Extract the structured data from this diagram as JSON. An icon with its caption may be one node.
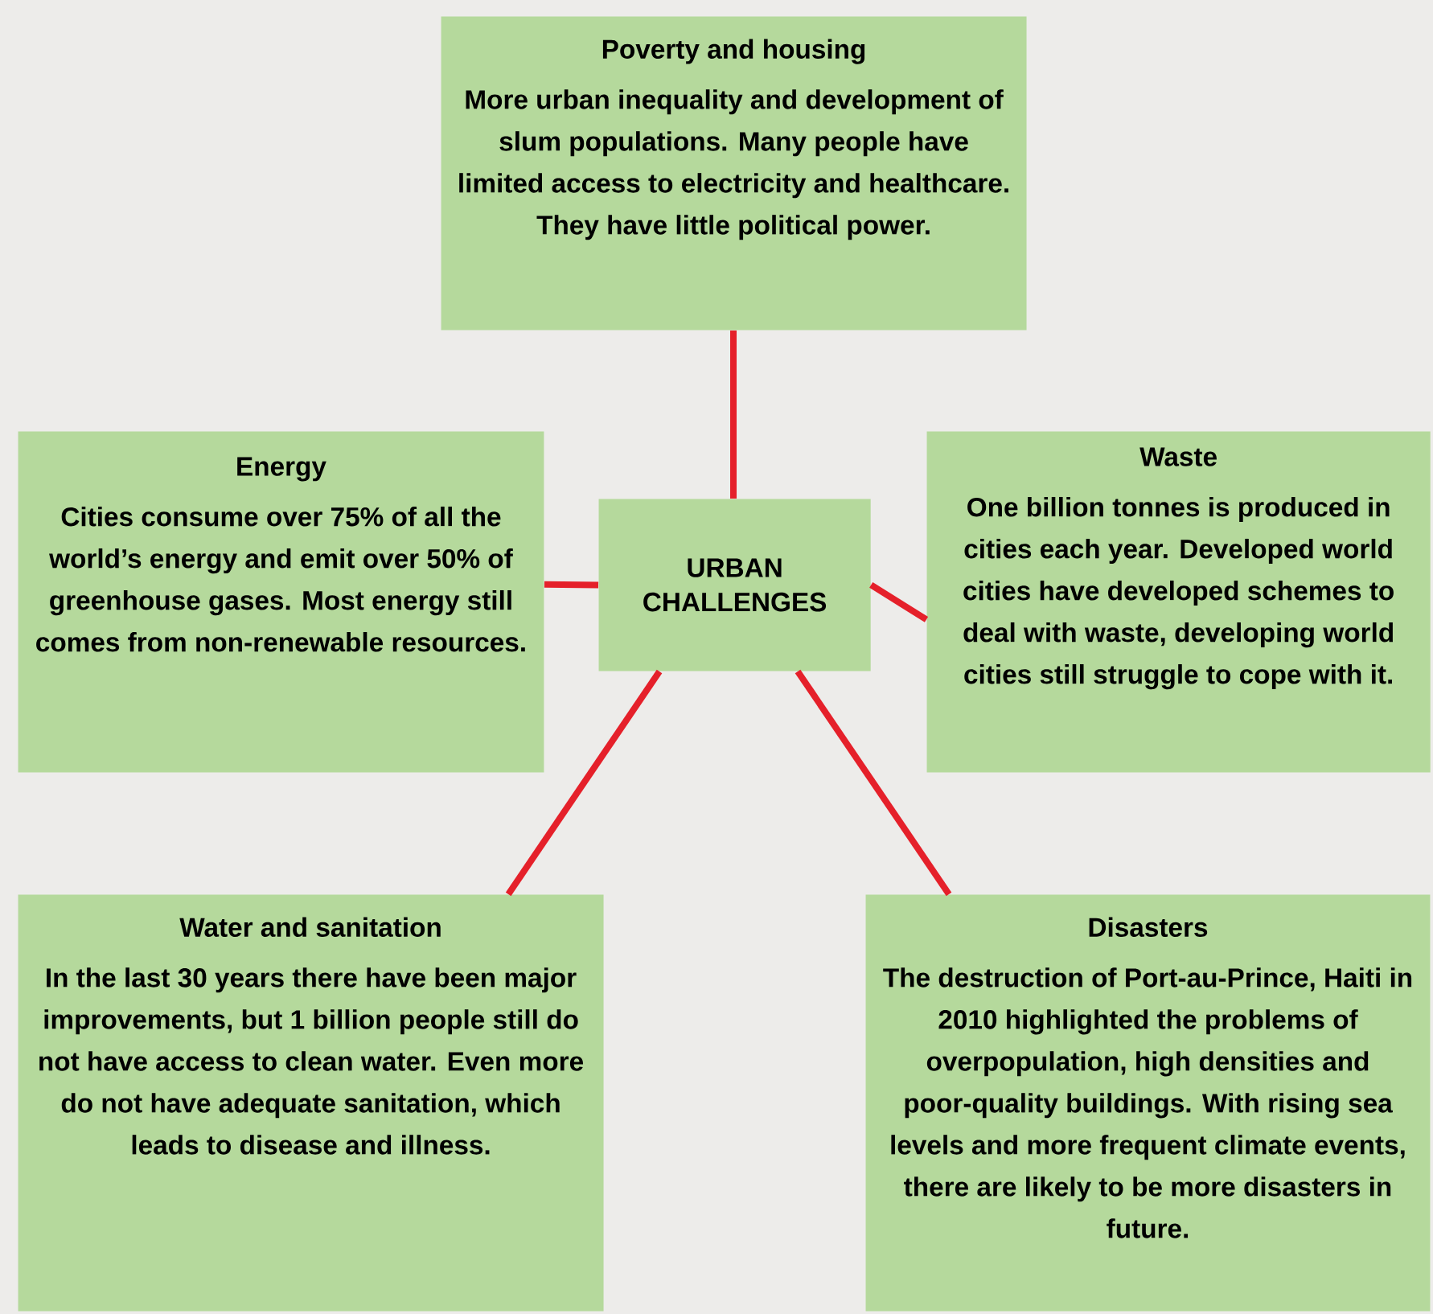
{
  "diagram": {
    "nodes": [
      {
        "text": [
          "URBAN CHALLENGES"
        ]
      },
      {
        "text": [
          "Poverty and housing",
          "More urban inequality and development of slum populations. Many people have limited access to electricity and healthcare. They have little political power."
        ]
      },
      {
        "text": [
          "Energy",
          "Cities consume over 75% of all the world’s energy and emit over 50% of greenhouse gases. Most energy still comes from non-renewable resources."
        ]
      },
      {
        "text": [
          "Waste",
          "One billion tonnes is produced in cities each year. Developed world cities have developed schemes to deal with waste, developing world cities still struggle to cope with it."
        ]
      },
      {
        "text": [
          "Water and sanitation",
          "In the last 30 years there have been major improvements, but 1 billion people still do not have access to clean water. Even more do not have adequate sanitation, which leads to disease and illness."
        ]
      },
      {
        "text": [
          "Disasters",
          "The destruction of Port-au-Prince, Haiti in 2010 highlighted the problems of overpopulation, high densities and poor-quality buildings. With rising sea levels and more frequent climate events, there are likely to be more disasters in future."
        ]
      }
    ],
    "edges": [
      {
        "from": 0,
        "to": 1,
        "arrow": "none"
      },
      {
        "from": 0,
        "to": 2,
        "arrow": "none"
      },
      {
        "from": 0,
        "to": 3,
        "arrow": "none"
      },
      {
        "from": 0,
        "to": 4,
        "arrow": "none"
      },
      {
        "from": 0,
        "to": 5,
        "arrow": "none"
      }
    ]
  }
}
